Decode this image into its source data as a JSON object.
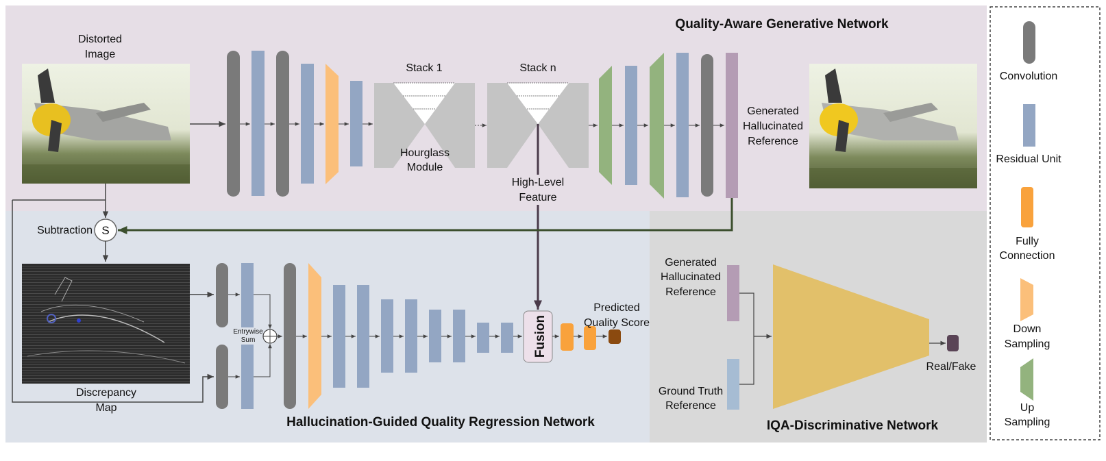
{
  "sections": {
    "generative_title": "Quality-Aware Generative Network",
    "regression_title": "Hallucination-Guided Quality Regression Network",
    "discriminator_title": "IQA-Discriminative Network"
  },
  "labels": {
    "distorted_image": [
      "Distorted",
      "Image"
    ],
    "stack_1": "Stack 1",
    "stack_n": "Stack n",
    "hourglass": [
      "Hourglass",
      "Module"
    ],
    "high_level_feature": [
      "High-Level",
      "Feature"
    ],
    "generated_ref": [
      "Generated",
      "Hallucinated",
      "Reference"
    ],
    "subtraction": "Subtraction",
    "subtraction_symbol": "S",
    "discrepancy_map": [
      "Discrepancy",
      "Map"
    ],
    "entrywise_sum": [
      "Entrywise",
      "Sum"
    ],
    "fusion": "Fusion",
    "predicted_score": [
      "Predicted",
      "Quality Score"
    ],
    "disc_generated_ref": [
      "Generated",
      "Hallucinated",
      "Reference"
    ],
    "ground_truth": [
      "Ground Truth",
      "Reference"
    ],
    "real_fake": "Real/Fake"
  },
  "legend": [
    {
      "label": [
        "Convolution"
      ],
      "icon": "convolution-block",
      "color": "#7a7a7a"
    },
    {
      "label": [
        "Residual Unit"
      ],
      "icon": "residual-unit-block",
      "color": "#93a6c3"
    },
    {
      "label": [
        "Fully",
        "Connection"
      ],
      "icon": "fully-connection-block",
      "color": "#f9a23c"
    },
    {
      "label": [
        "Down",
        "Sampling"
      ],
      "icon": "down-sampling-block",
      "color": "#fbbf7a"
    },
    {
      "label": [
        "Up",
        "Sampling"
      ],
      "icon": "up-sampling-block",
      "color": "#93b37e"
    }
  ],
  "colors": {
    "top_bg": "#e6dee6",
    "bottom_bg": "#dde2ea",
    "disc_bg": "#d9d9d9",
    "conv": "#7a7a7a",
    "residual": "#93a6c3",
    "fc": "#f9a23c",
    "down": "#fbbf7a",
    "up": "#93b37e",
    "hourglass": "#c4c4c4",
    "ref_bar": "#b49cb4",
    "gt_bar": "#a6bcd3",
    "discriminator": "#e2c06a",
    "output_node": "#5a4456",
    "score_node": "#8b4a0f",
    "green_arrow": "#3c4f2e",
    "purple_arrow": "#4a3a4a"
  }
}
